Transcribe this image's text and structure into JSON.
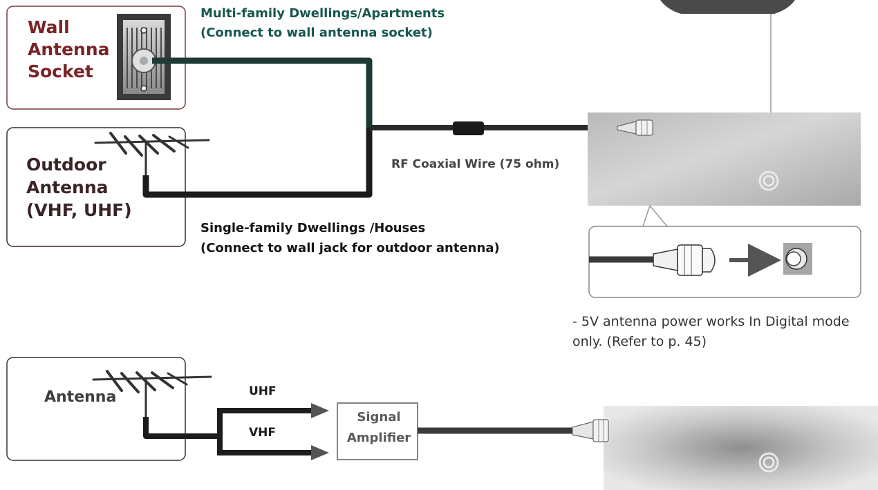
{
  "labels": {
    "wall_socket": "Wall\nAntenna\nSocket",
    "outdoor_antenna": "Outdoor\nAntenna\n(VHF, UHF)",
    "multi_family": "Multi-family Dwellings/Apartments\n(Connect to wall antenna socket)",
    "single_family": "Single-family Dwellings /Houses\n(Connect to wall jack for outdoor antenna)",
    "rf_wire": "RF Coaxial Wire (75 ohm)",
    "note": "-   5V antenna power works In Digital mode\n    only. (Refer to p. 45)",
    "antenna": "Antenna",
    "uhf": "UHF",
    "vhf": "VHF",
    "signal_amplifier": "Signal\nAmplifier"
  },
  "colors": {
    "wall_text": "#7a2326",
    "multi_caption": "#16574e",
    "cable_teal": "#1e3a36",
    "cable_dark": "#1c1c1c"
  },
  "icons": {
    "wall_socket": "wall-socket-icon",
    "outdoor_antenna": "yagi-antenna-icon",
    "tv": "tv-panel",
    "connector": "coax-connector-icon"
  }
}
